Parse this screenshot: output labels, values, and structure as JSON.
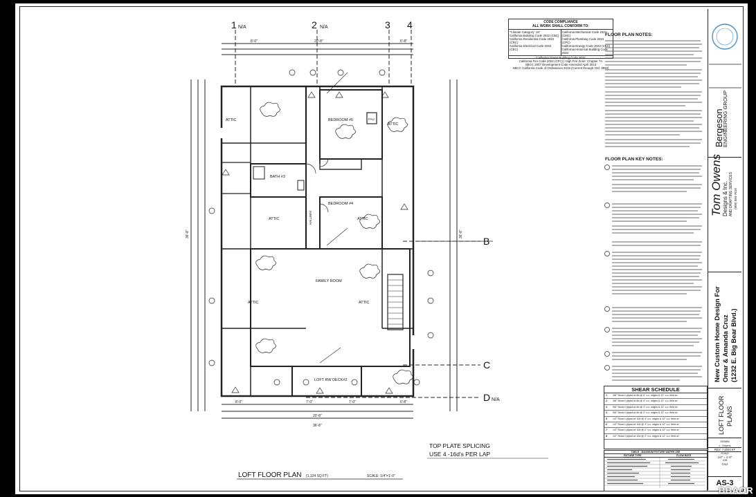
{
  "plan": {
    "title": "LOFT FLOOR PLAN",
    "area": "(1,124 SQ FT)",
    "scale": "SCALE: 1/4\"=1'-0\"",
    "splicing_line1": "TOP PLATE SPLICING",
    "splicing_line2": "USE 4 -16d's PER LAP",
    "grid_top": [
      {
        "num": "1",
        "tag": "N/A"
      },
      {
        "num": "2",
        "tag": "N/A"
      },
      {
        "num": "3",
        "tag": ""
      },
      {
        "num": "4",
        "tag": ""
      }
    ],
    "grid_right": [
      {
        "letter": "B",
        "tag": ""
      },
      {
        "letter": "C",
        "tag": ""
      },
      {
        "letter": "D",
        "tag": "N/A"
      }
    ],
    "rooms": {
      "attic_1": "ATTIC",
      "bedroom5": "BEDROOM #5",
      "fau": "FAU",
      "attic_2": "ATTIC",
      "bath3": "BATH #3",
      "attic_3": "ATTIC",
      "bedroom4": "BEDROOM #4",
      "attic_4": "ATTIC",
      "hallway": "HALLWAY",
      "family_room": "FAMILY ROOM",
      "attic_5": "ATTIC",
      "attic_6": "ATTIC",
      "deck": "LOFT RW DECK#2"
    },
    "dims": {
      "top_left": "8'-0\"",
      "top_mid": "20'-8\"",
      "top_right": "6'-8\"",
      "bot_1": "8'-0\"",
      "bot_2": "7'-0\"",
      "bot_3": "7'-0\"",
      "bot_4": "6'-8\"",
      "bot_overall": "20'-8\"",
      "bot_total": "36'-8\"",
      "left_overall": "36'-8\"",
      "right_overall": "36'-8\""
    }
  },
  "code": {
    "head1": "CODE COMPLIANCE",
    "head2": "ALL WORK SHALL CONFORM TO:",
    "left_lines": [
      "\"Climate Category: 16\"",
      "California Building Code 2022 (CBC)",
      "California Residential Code 2022 (CRC)",
      "California Electrical Code 2022 (CEC)"
    ],
    "right_lines": [
      "California Mechanical Code 2022 (CMC)",
      "California Plumbing Code 2022 (CPC)",
      "California Energy Code 2022 (CEC)",
      "California Historical Building Code 2022"
    ],
    "bottom_lines": [
      "California Green Building Code 2022",
      "California Fire Code 2022 (CFC) | High Fire Zone: Chapter 7A",
      "SBCC 2007 Development Code Amended April 2013",
      "SBCC California Code of Ordinances 2019 (Current through Ord. 3933)"
    ]
  },
  "notes": {
    "title": "FLOOR PLAN NOTES:",
    "key_title": "FLOOR PLAN KEY NOTES:"
  },
  "shear": {
    "title": "SHEAR SCHEDULE",
    "rows": [
      {
        "n": "1",
        "text": "3/8\" Struct I plywd w/ 8d @ 6\" o.c. edges & 12\" o.c. field w/"
      },
      {
        "n": "2",
        "text": "3/8\" Struct I plywd w/ 8d @ 4\" o.c. edges & 12\" o.c. field w/"
      },
      {
        "n": "3",
        "text": "3/8\" Struct I plywd w/ 8d @ 3\" o.c. edges & 12\" o.c. field w/"
      },
      {
        "n": "4",
        "text": "3/8\" Struct I plywd w/ 8d @ 2\" o.c. edges & 12\" o.c. field w/"
      },
      {
        "n": "5",
        "text": "1/2\" Struct I plywd w/ 10d @ 4\" o.c. edges & 12\" o.c. field w/"
      },
      {
        "n": "6",
        "text": "1/2\" Struct I plywd w/ 10d @ 3\" o.c. edges & 12\" o.c. field w/"
      },
      {
        "n": "7",
        "text": "1/2\" Struct I plywd w/ 10d @ 2\" o.c. edges & 12\" o.c. field w/"
      },
      {
        "n": "8",
        "text": "1/2\" Struct I plywd w/ 10d @ 2\" o.c. edges & 12\" o.c. field w/"
      }
    ]
  },
  "fixture": {
    "title": "TABLE - MAXIMUM FIXTURE WATER USE",
    "col1": "FIXTURE TYPE",
    "col2": "FLOW RATE"
  },
  "titleblock": {
    "engineer_line1": "Bergeson",
    "engineer_line2": "ENGINEERING GROUP",
    "designer_line1": "Tom Owens",
    "designer_line2": "Designs & Inc.",
    "designer_line3": "AND DRAFTING SERVICES",
    "phone": "(909) 584-7610",
    "project_line1": "New Custom Home Design For",
    "project_line2": "Omar & Amanda Cruz",
    "project_line3": "(1232 E. Big Bear Blvd.)",
    "sheet_title_line1": "LOFT FLOOR",
    "sheet_title_line2": "PLANS",
    "drawn_label": "DRAWN",
    "drawn_value": "L. Owens",
    "rev": "REV: 7-2024 KF",
    "scale_label": "SCALE",
    "scale_value": "1/4\" = 1'-0\"",
    "job_label": "JOB",
    "job_value": "Cruz",
    "sheet": "AS-3"
  },
  "watermark": "BBAOR"
}
